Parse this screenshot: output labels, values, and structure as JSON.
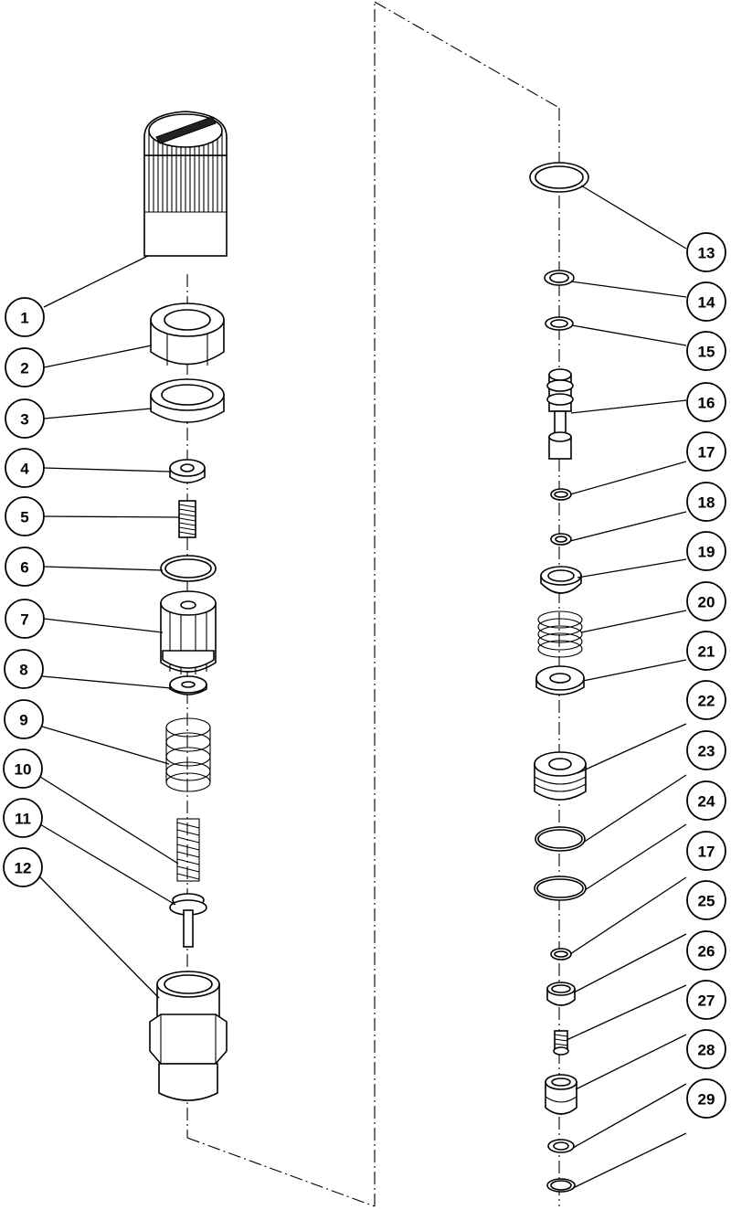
{
  "callouts_left": [
    "1",
    "2",
    "3",
    "4",
    "5",
    "6",
    "7",
    "8",
    "9",
    "10",
    "11",
    "12"
  ],
  "callouts_right": [
    "13",
    "14",
    "15",
    "16",
    "17",
    "18",
    "19",
    "20",
    "21",
    "22",
    "23",
    "24",
    "17",
    "25",
    "26",
    "27",
    "28",
    "29"
  ]
}
